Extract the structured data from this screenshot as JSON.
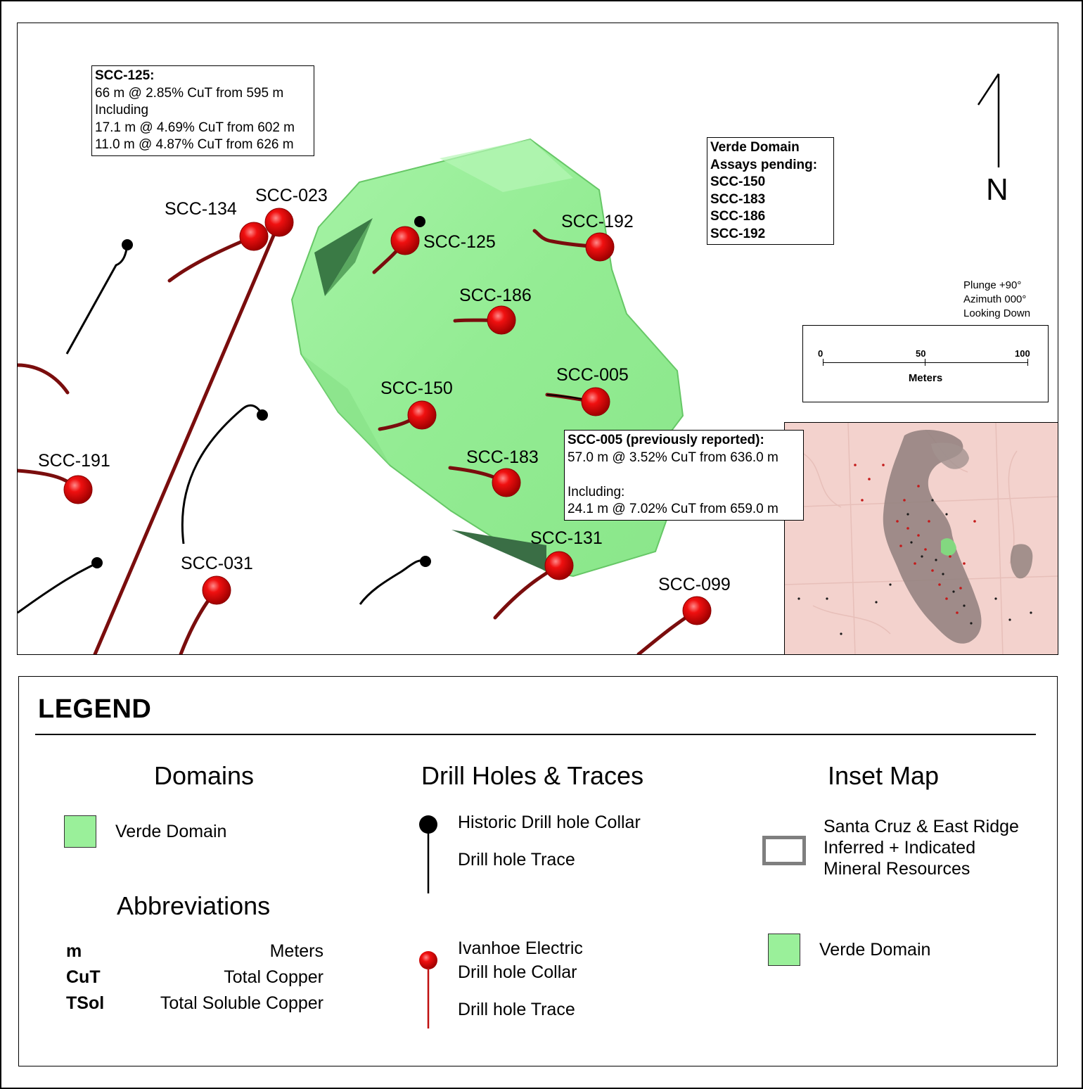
{
  "map": {
    "holes_ivanhoe": [
      {
        "label": "SCC-134"
      },
      {
        "label": "SCC-023"
      },
      {
        "label": "SCC-125"
      },
      {
        "label": "SCC-192"
      },
      {
        "label": "SCC-186"
      },
      {
        "label": "SCC-005"
      },
      {
        "label": "SCC-150"
      },
      {
        "label": "SCC-183"
      },
      {
        "label": "SCC-191"
      },
      {
        "label": "SCC-131"
      },
      {
        "label": "SCC-031"
      },
      {
        "label": "SCC-099"
      }
    ],
    "callout_scc125": {
      "title": "SCC-125:",
      "lines": [
        "66 m @ 2.85% CuT from 595 m",
        "Including",
        "17.1 m @ 4.69% CuT from 602 m",
        "11.0 m @ 4.87% CuT from 626 m"
      ]
    },
    "callout_verde": {
      "lines": [
        "Verde Domain",
        "Assays pending:",
        "SCC-150",
        "SCC-183",
        "SCC-186",
        "SCC-192"
      ]
    },
    "callout_scc005": {
      "title": "SCC-005 (previously reported):",
      "lines": [
        "57.0 m @ 3.52% CuT from 636.0 m",
        "",
        "Including:",
        "24.1 m @ 7.02% CuT from 659.0 m"
      ]
    },
    "north_label": "N",
    "view": {
      "plunge": "Plunge +90°",
      "azimuth": "Azimuth 000°",
      "looking": "Looking Down"
    },
    "scale": {
      "ticks": [
        "0",
        "50",
        "100"
      ],
      "unit": "Meters"
    }
  },
  "legend": {
    "title": "LEGEND",
    "domains": {
      "heading": "Domains",
      "verde": "Verde Domain"
    },
    "abbreviations": {
      "heading": "Abbreviations",
      "items": [
        {
          "key": "m",
          "value": "Meters"
        },
        {
          "key": "CuT",
          "value": "Total Copper"
        },
        {
          "key": "TSol",
          "value": "Total Soluble Copper"
        }
      ]
    },
    "drill": {
      "heading": "Drill Holes & Traces",
      "historic_collar": "Historic Drill hole Collar",
      "historic_trace": "Drill hole Trace",
      "ivanhoe_collar_1": "Ivanhoe Electric",
      "ivanhoe_collar_2": "Drill hole Collar",
      "ivanhoe_trace": "Drill hole Trace"
    },
    "inset": {
      "heading": "Inset Map",
      "resources_1": "Santa Cruz & East Ridge",
      "resources_2": "Inferred + Indicated",
      "resources_3": "Mineral Resources",
      "verde": "Verde Domain"
    }
  },
  "colors": {
    "verde": "#9af09a",
    "collar_red": "#e00000",
    "trace_red": "#7a0d0d",
    "historic": "#000000",
    "inset_bg": "#f3d2cd"
  }
}
